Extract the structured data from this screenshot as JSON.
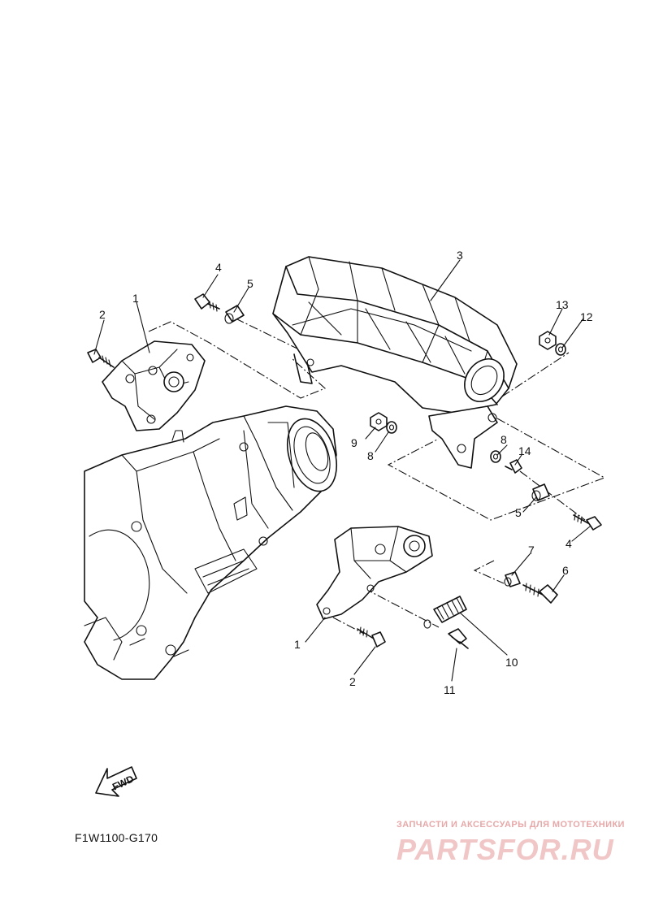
{
  "diagram": {
    "code": "F1W1100-G170",
    "fwd_label": "FWD",
    "callouts": [
      {
        "id": "c1a",
        "text": "1"
      },
      {
        "id": "c2a",
        "text": "2"
      },
      {
        "id": "c4a",
        "text": "4"
      },
      {
        "id": "c5a",
        "text": "5"
      },
      {
        "id": "c3",
        "text": "3"
      },
      {
        "id": "c13",
        "text": "13"
      },
      {
        "id": "c12",
        "text": "12"
      },
      {
        "id": "c9",
        "text": "9"
      },
      {
        "id": "c8a",
        "text": "8"
      },
      {
        "id": "c8b",
        "text": "8"
      },
      {
        "id": "c14",
        "text": "14"
      },
      {
        "id": "c5b",
        "text": "5"
      },
      {
        "id": "c4b",
        "text": "4"
      },
      {
        "id": "c7",
        "text": "7"
      },
      {
        "id": "c6",
        "text": "6"
      },
      {
        "id": "c1b",
        "text": "1"
      },
      {
        "id": "c10",
        "text": "10"
      },
      {
        "id": "c2b",
        "text": "2"
      },
      {
        "id": "c11",
        "text": "11"
      }
    ]
  },
  "watermark": {
    "tagline": "ЗАПЧАСТИ И АКСЕССУАРЫ ДЛЯ МОТОТЕХНИКИ",
    "logo": "PARTSFOR.RU"
  }
}
